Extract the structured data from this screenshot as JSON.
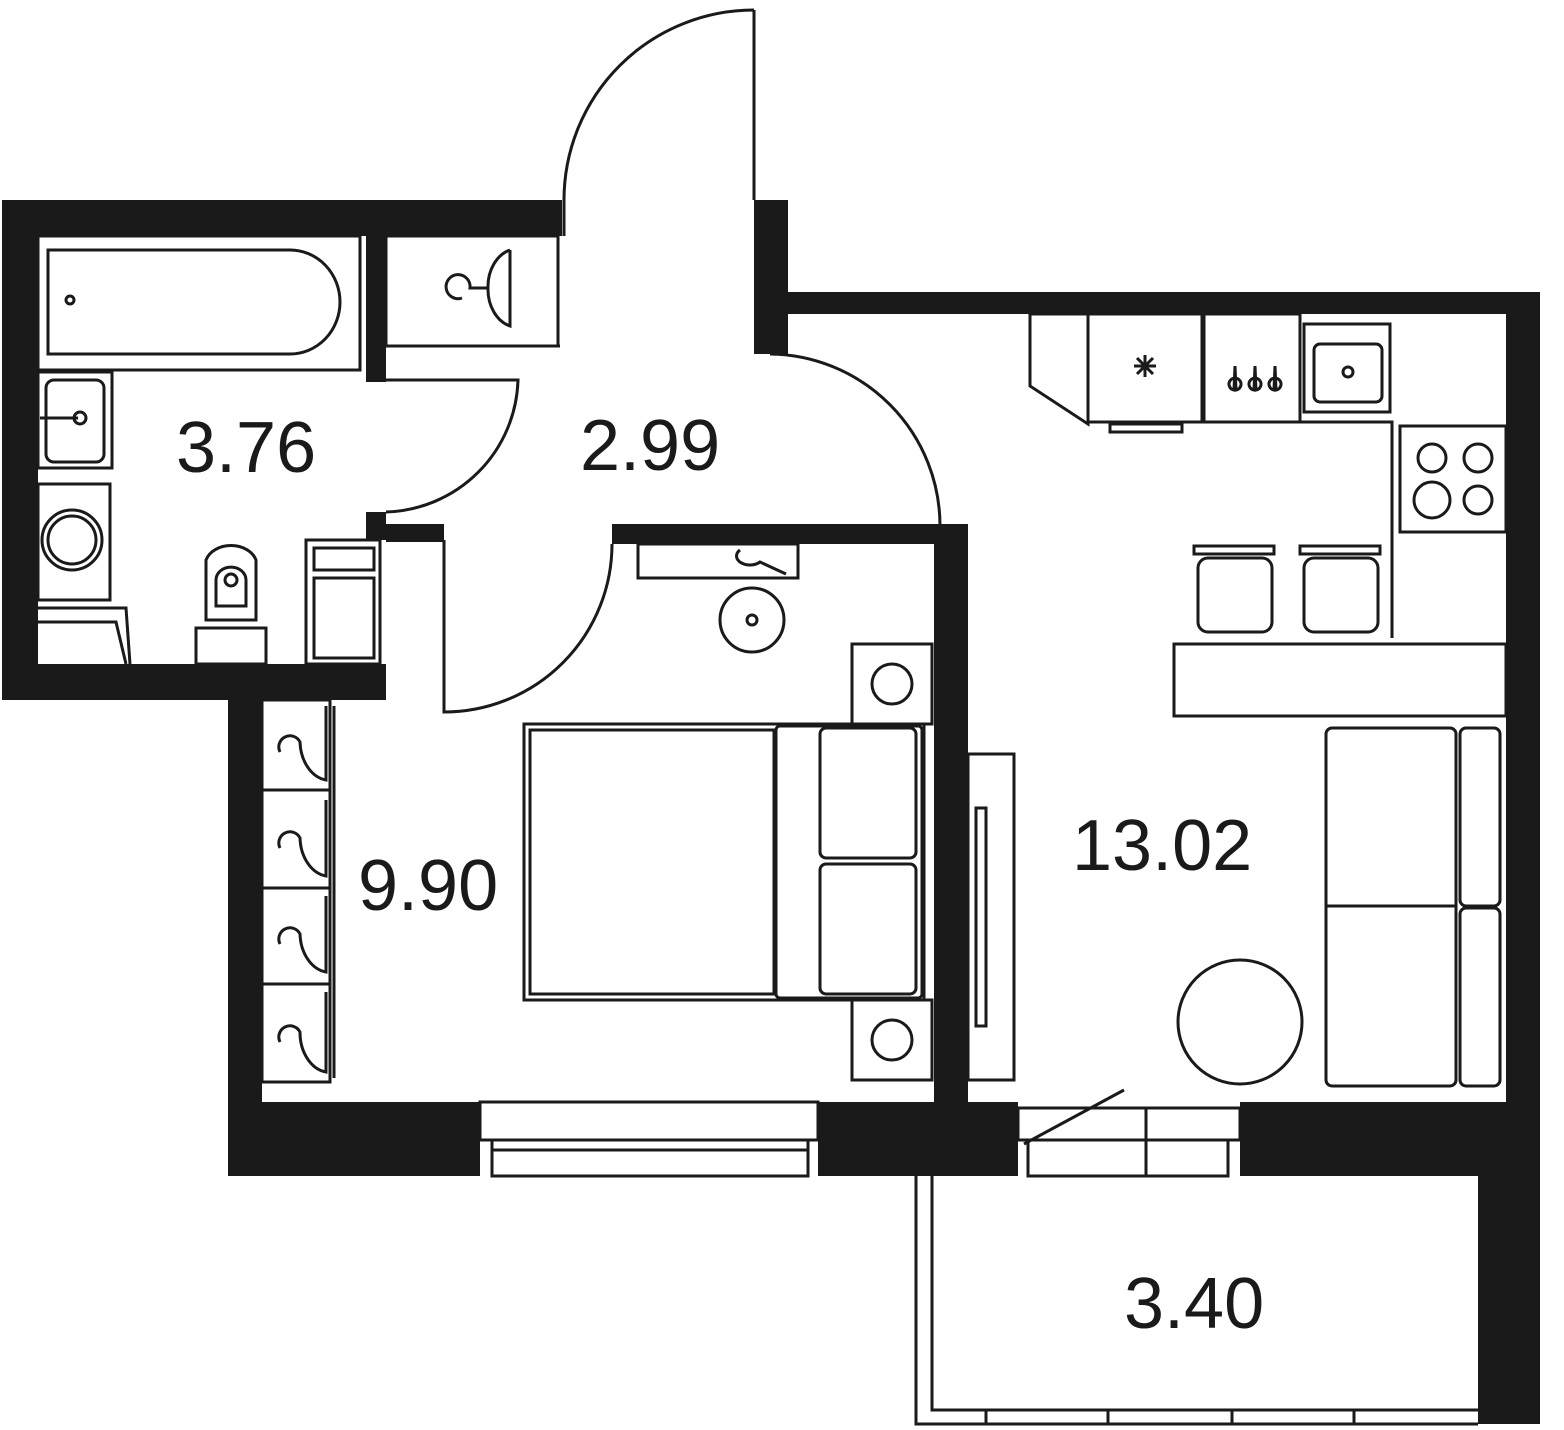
{
  "rooms": {
    "bathroom": {
      "area": "3.76"
    },
    "hallway": {
      "area": "2.99"
    },
    "bedroom": {
      "area": "9.90"
    },
    "kitchen_living": {
      "area": "13.02"
    },
    "balcony": {
      "area": "3.40"
    }
  },
  "colors": {
    "wall": "#1a1a1a",
    "background": "#ffffff"
  }
}
